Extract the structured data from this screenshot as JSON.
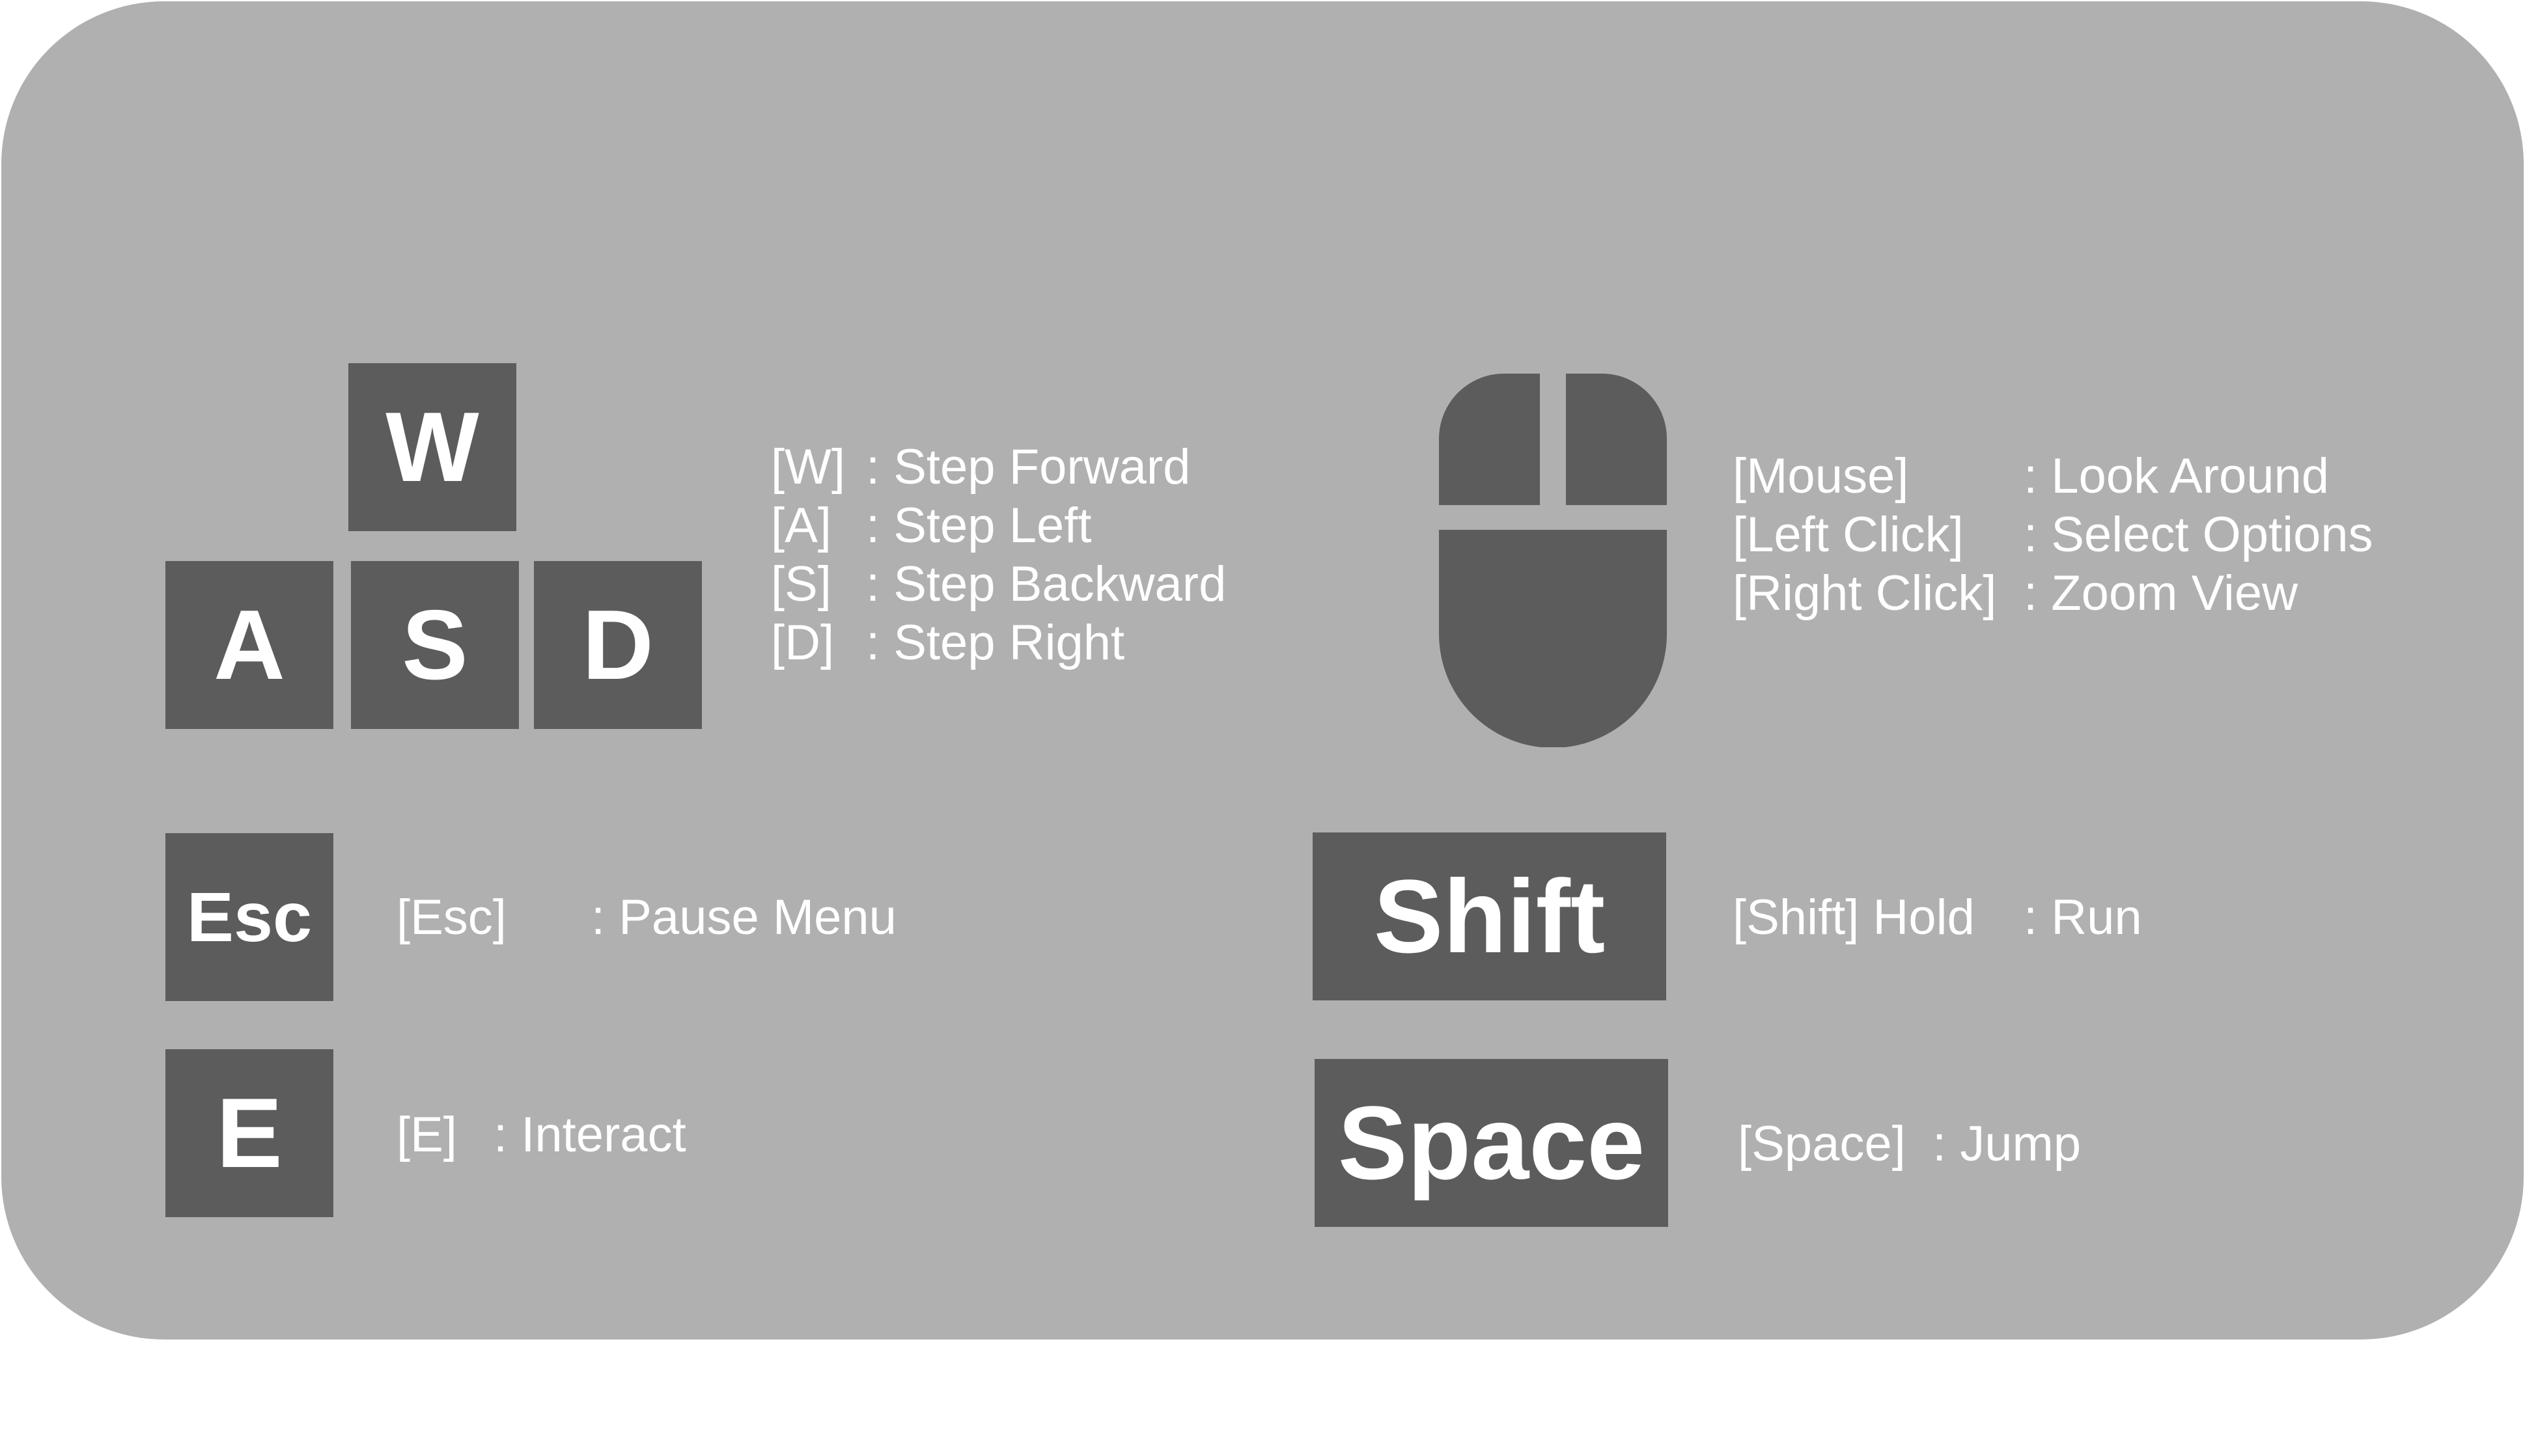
{
  "colors": {
    "panel": "#b0b0b0",
    "key_fill": "#5c5c5c",
    "key_text": "#ffffff",
    "label_text": "#ffffff",
    "page_background": "#ffffff"
  },
  "keys": {
    "w": "W",
    "a": "A",
    "s": "S",
    "d": "D",
    "esc": "Esc",
    "e": "E",
    "shift": "Shift",
    "space": "Space"
  },
  "movement_bindings": [
    {
      "key": "[W]",
      "action": ": Step Forward"
    },
    {
      "key": "[A]",
      "action": ": Step Left"
    },
    {
      "key": "[S]",
      "action": ": Step Backward"
    },
    {
      "key": "[D]",
      "action": ": Step Right"
    }
  ],
  "mouse": {
    "icon": "mouse-icon",
    "bindings": [
      {
        "key": "[Mouse]",
        "action": ": Look Around"
      },
      {
        "key": "[Left Click]",
        "action": ": Select Options"
      },
      {
        "key": "[Right Click]",
        "action": ": Zoom View"
      }
    ]
  },
  "esc_binding": {
    "key": "[Esc]",
    "action": ": Pause Menu"
  },
  "e_binding": {
    "key": "[E]",
    "action": ": Interact"
  },
  "shift_binding": {
    "key": "[Shift] Hold",
    "action": ": Run"
  },
  "space_binding": {
    "key": "[Space]",
    "action": ": Jump"
  }
}
